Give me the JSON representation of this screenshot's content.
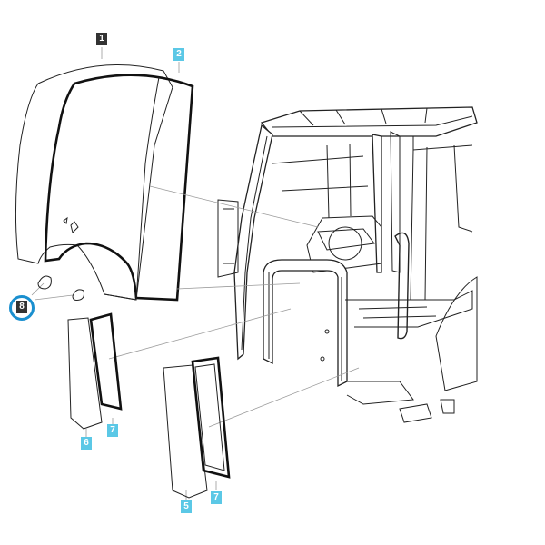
{
  "diagram": {
    "callouts": [
      {
        "id": "1",
        "style": "dark"
      },
      {
        "id": "2",
        "style": "cyan"
      },
      {
        "id": "8",
        "style": "dark"
      },
      {
        "id": "6",
        "style": "cyan"
      },
      {
        "id": "7",
        "style": "cyan"
      },
      {
        "id": "5",
        "style": "cyan"
      },
      {
        "id": "7b",
        "style": "cyan"
      }
    ],
    "labels": {
      "c1": "1",
      "c2": "2",
      "c8": "8",
      "c6": "6",
      "c7a": "7",
      "c5": "5",
      "c7b": "7"
    },
    "colors": {
      "accent_ring": "#1a8fcf",
      "callout_cyan": "#5bc8e6",
      "callout_dark": "#333333"
    }
  }
}
